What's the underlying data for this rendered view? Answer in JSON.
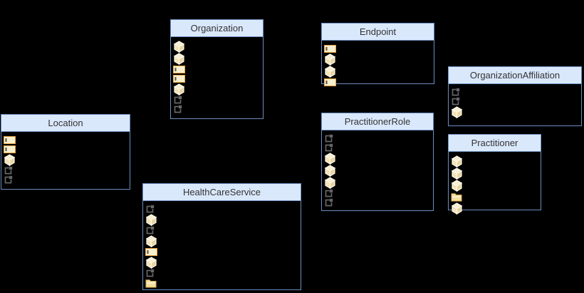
{
  "palette": {
    "background": "#000000",
    "header_fill": "#dae8fc",
    "border": "#6c8ebf",
    "title_color": "#333333",
    "cube_top": "#f8efd3",
    "cube_left": "#f2e2b6",
    "cube_right": "#ead5a0",
    "cube_outline": "#fdf8ea",
    "primitive_fill": "#f7efce",
    "primitive_border": "#e8a33e",
    "primitive_tick": "#55524a",
    "reference": "#666666",
    "folder_fill": "#f4dfa0",
    "folder_border": "#dcae55"
  },
  "boxes": [
    {
      "name": "Organization",
      "attrs": [
        "complex",
        "complex",
        "primitive",
        "primitive",
        "complex",
        "reference",
        "reference"
      ]
    },
    {
      "name": "Endpoint",
      "attrs": [
        "primitive",
        "complex",
        "complex",
        "primitive"
      ]
    },
    {
      "name": "OrganizationAffiliation",
      "attrs": [
        "reference",
        "reference",
        "complex"
      ]
    },
    {
      "name": "Location",
      "attrs": [
        "primitive",
        "primitive",
        "complex",
        "reference",
        "reference"
      ]
    },
    {
      "name": "PractitionerRole",
      "attrs": [
        "reference",
        "reference",
        "complex",
        "complex",
        "complex",
        "reference",
        "reference"
      ]
    },
    {
      "name": "Practitioner",
      "attrs": [
        "complex",
        "complex",
        "complex",
        "folder",
        "complex"
      ]
    },
    {
      "name": "HealthCareService",
      "attrs": [
        "reference",
        "complex",
        "reference",
        "complex",
        "primitive",
        "complex",
        "reference",
        "folder"
      ]
    }
  ]
}
